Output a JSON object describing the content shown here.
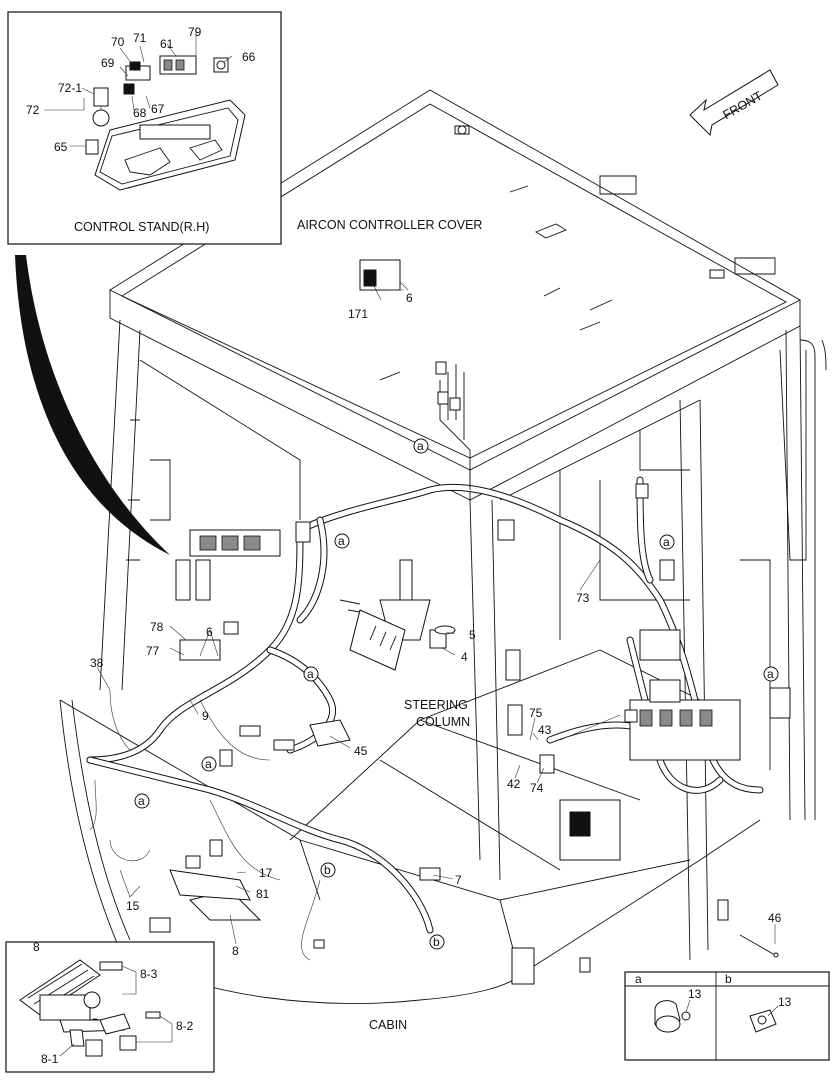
{
  "captions": {
    "control_stand": "CONTROL STAND(R.H)",
    "aircon": "AIRCON CONTROLLER COVER",
    "steering": "STEERING",
    "column": "COLUMN",
    "cabin": "CABIN",
    "front": "FRONT"
  },
  "inset_labels": {
    "l70": "70",
    "l71": "71",
    "l61": "61",
    "l79": "79",
    "l66": "66",
    "l69": "69",
    "l68": "68",
    "l67": "67",
    "l72_1": "72-1",
    "l72": "72",
    "l65": "65"
  },
  "main_labels": {
    "l6a": "6",
    "l171": "171",
    "l73": "73",
    "l78": "78",
    "l6b": "6",
    "l77": "77",
    "l5": "5",
    "l4": "4",
    "l38": "38",
    "l9": "9",
    "l45": "45",
    "l75": "75",
    "l43": "43",
    "l42": "42",
    "l74": "74",
    "l17": "17",
    "l81": "81",
    "l15": "15",
    "l8": "8",
    "l7": "7",
    "l46": "46"
  },
  "callouts": {
    "a": "a",
    "b": "b"
  },
  "pedal_inset": {
    "title": "8",
    "l8_3": "8-3",
    "l8_2": "8-2",
    "l8_1": "8-1"
  },
  "detail_inset": {
    "a_title": "a",
    "b_title": "b",
    "l13a": "13",
    "l13b": "13"
  }
}
